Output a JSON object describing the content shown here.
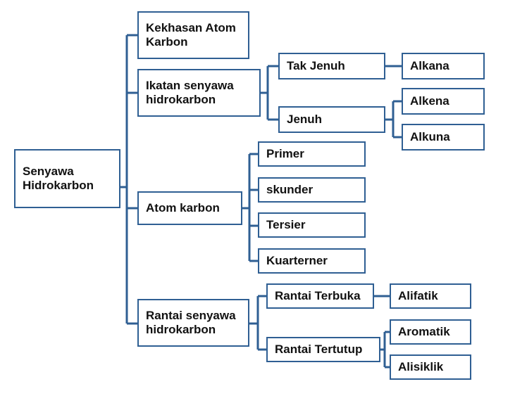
{
  "diagram": {
    "colors": {
      "line": "#2f5f93",
      "box_border": "#2f5f93",
      "text": "#111111"
    },
    "root": {
      "label": "Senyawa\nHidrokarbon"
    },
    "level1": [
      {
        "label": "Kekhasan Atom\nKarbon"
      },
      {
        "label": "Ikatan senyawa\nhidrokarbon"
      },
      {
        "label": "Atom karbon"
      },
      {
        "label": "Rantai senyawa\nhidrokarbon"
      }
    ],
    "ikatan": [
      {
        "label": "Tak Jenuh",
        "children": [
          {
            "label": "Alkana"
          }
        ]
      },
      {
        "label": "Jenuh",
        "children": [
          {
            "label": "Alkena"
          },
          {
            "label": "Alkuna"
          }
        ]
      }
    ],
    "atom": [
      {
        "label": "Primer"
      },
      {
        "label": "skunder"
      },
      {
        "label": "Tersier"
      },
      {
        "label": "Kuarterner"
      }
    ],
    "rantai": [
      {
        "label": "Rantai Terbuka",
        "children": [
          {
            "label": "Alifatik"
          }
        ]
      },
      {
        "label": "Rantai Tertutup",
        "children": [
          {
            "label": "Aromatik"
          },
          {
            "label": "Alisiklik"
          }
        ]
      }
    ]
  }
}
